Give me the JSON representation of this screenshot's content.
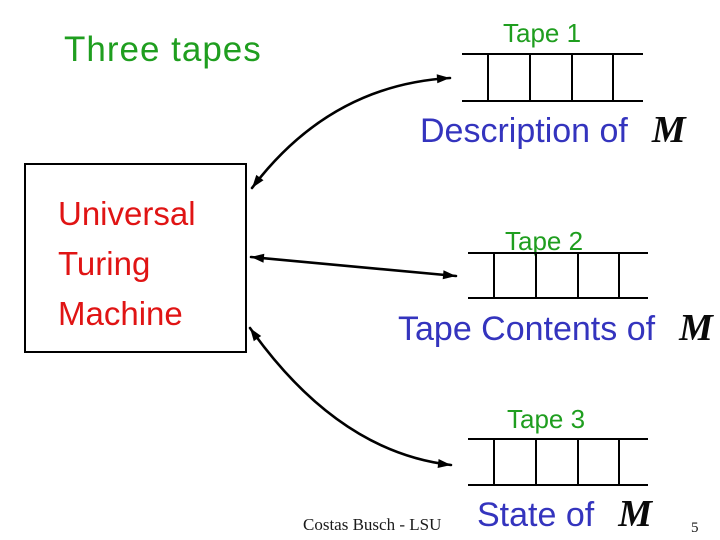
{
  "theme": {
    "background": "#ffffff",
    "title_color": "#1f9e1f",
    "tape_label_color": "#1f9e1f",
    "box_text_color": "#e01414",
    "caption_color": "#3434be",
    "symbol_color": "#0a0a0a",
    "line_color": "#000000",
    "footer_color": "#1a1a1a"
  },
  "slide": {
    "title": "Three tapes",
    "machine_box": {
      "line1": "Universal",
      "line2": "Turing",
      "line3": "Machine"
    },
    "tape1": {
      "label": "Tape 1",
      "caption": "Description of",
      "symbol": "M"
    },
    "tape2": {
      "label": "Tape 2",
      "caption": "Tape Contents of",
      "symbol": "M"
    },
    "tape3": {
      "label": "Tape 3",
      "caption": "State of",
      "symbol": "M"
    },
    "footer": {
      "credit": "Costas Busch - LSU",
      "page_number": "5"
    }
  }
}
